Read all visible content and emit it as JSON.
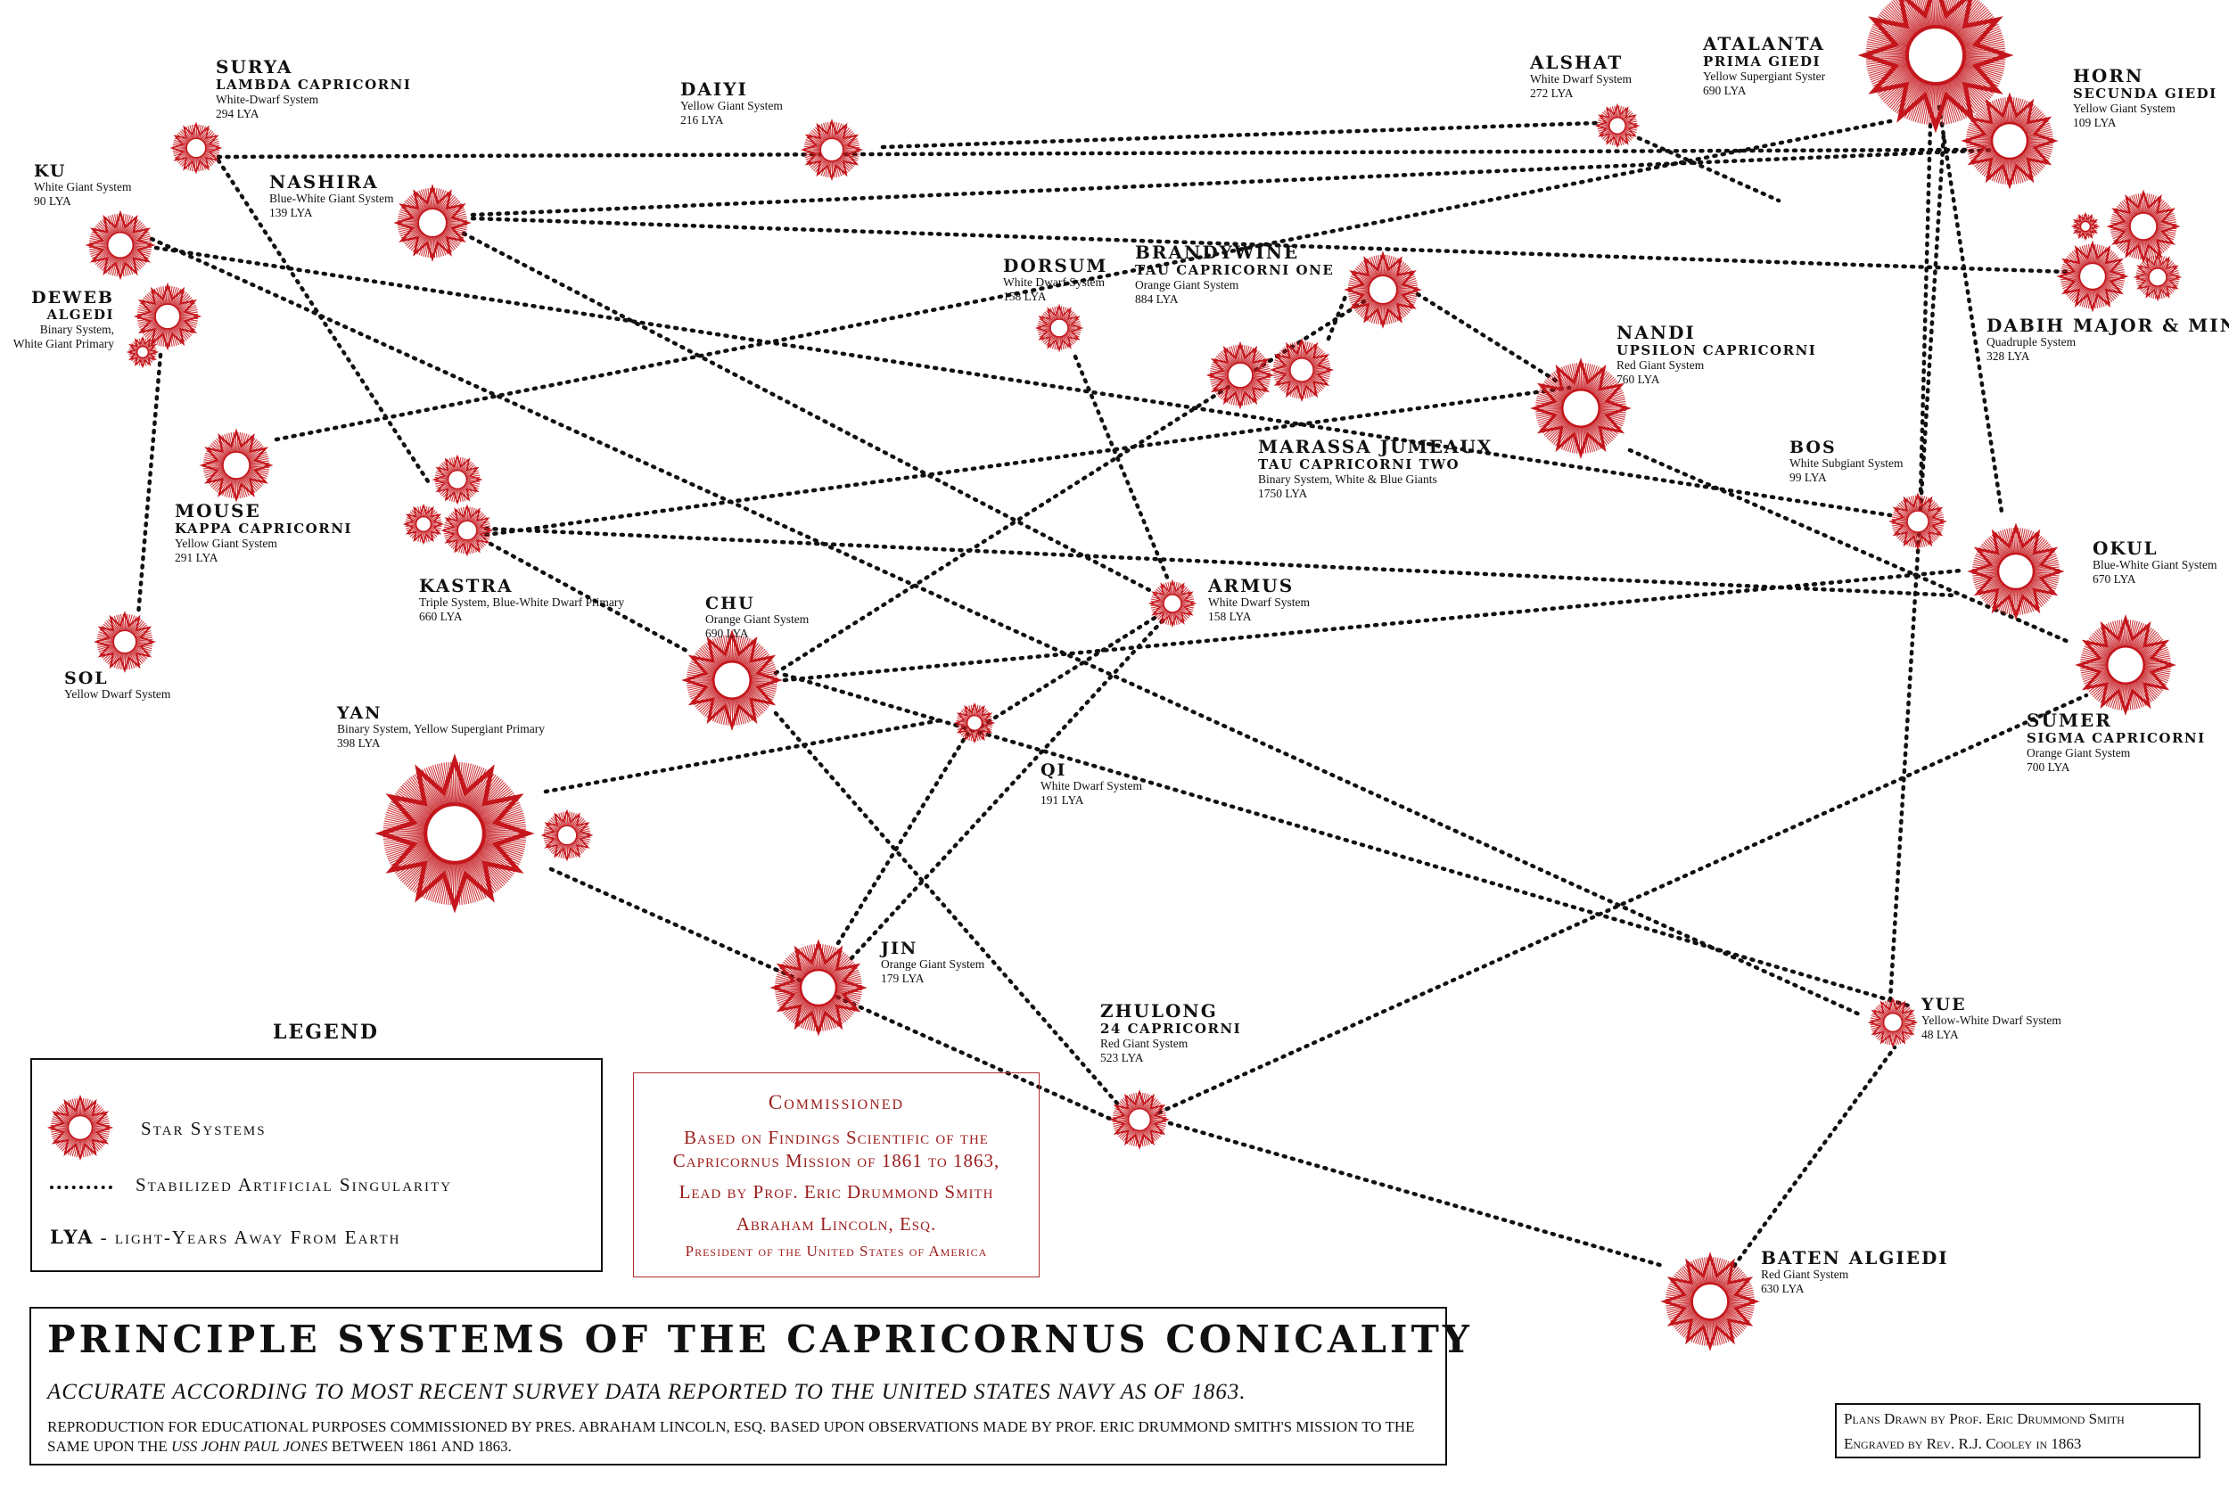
{
  "stars": [
    {
      "id": "surya",
      "name": "SURYA",
      "sub": "LAMBDA CAPRICORNI",
      "desc": [
        "White-Dwarf System",
        "294 LYA"
      ]
    },
    {
      "id": "daiyi",
      "name": "DAIYI",
      "desc": [
        "Yellow Giant System",
        "216 LYA"
      ]
    },
    {
      "id": "alshat",
      "name": "ALSHAT",
      "desc": [
        "White Dwarf System",
        "272 LYA"
      ]
    },
    {
      "id": "atalanta",
      "name": "ATALANTA",
      "sub": "PRIMA GIEDI",
      "desc": [
        "Yellow Supergiant Syster",
        "690 LYA"
      ]
    },
    {
      "id": "horn",
      "name": "HORN",
      "sub": "SECUNDA GIEDI",
      "desc": [
        "Yellow Giant System",
        "109 LYA"
      ]
    },
    {
      "id": "ku",
      "name": "KU",
      "desc": [
        "White Giant System",
        "90 LYA"
      ]
    },
    {
      "id": "nashira",
      "name": "NASHIRA",
      "desc": [
        "Blue-White Giant System",
        "139 LYA"
      ]
    },
    {
      "id": "deweb",
      "name": "DEWEB",
      "sub": "ALGEDI",
      "desc": [
        "Binary System,",
        "White Giant Primary"
      ]
    },
    {
      "id": "dorsum",
      "name": "DORSUM",
      "desc": [
        "White Dwarf System",
        "158 LYA"
      ]
    },
    {
      "id": "brandywine",
      "name": "BRANDYWINE",
      "sub": "TAU CAPRICORNI ONE",
      "desc": [
        "Orange Giant System",
        "884 LYA"
      ]
    },
    {
      "id": "nandi",
      "name": "NANDI",
      "sub": "UPSILON CAPRICORNI",
      "desc": [
        "Red Giant System",
        "760 LYA"
      ]
    },
    {
      "id": "dabih",
      "name": "DABIH MAJOR & MINOR",
      "desc": [
        "Quadruple System",
        "328 LYA"
      ]
    },
    {
      "id": "mouse",
      "name": "MOUSE",
      "sub": "KAPPA CAPRICORNI",
      "desc": [
        "Yellow Giant System",
        "291 LYA"
      ]
    },
    {
      "id": "marassa",
      "name": "MARASSA JUMEAUX",
      "sub": "TAU CAPRICORNI TWO",
      "desc": [
        "Binary System, White & Blue Giants",
        "1750 LYA"
      ]
    },
    {
      "id": "bos",
      "name": "BOS",
      "desc": [
        "White Subgiant System",
        "99 LYA"
      ]
    },
    {
      "id": "okul",
      "name": "OKUL",
      "desc": [
        "Blue-White Giant System",
        "670 LYA"
      ]
    },
    {
      "id": "kastra",
      "name": "KASTRA",
      "desc": [
        "Triple System, Blue-White Dwarf Primary",
        "660 LYA"
      ]
    },
    {
      "id": "chu",
      "name": "CHU",
      "desc": [
        "Orange Giant System",
        "690 LYA"
      ]
    },
    {
      "id": "armus",
      "name": "ARMUS",
      "desc": [
        "White Dwarf System",
        "158 LYA"
      ]
    },
    {
      "id": "sol",
      "name": "SOL",
      "desc": [
        "Yellow Dwarf System"
      ]
    },
    {
      "id": "sumer",
      "name": "SUMER",
      "sub": "SIGMA CAPRICORNI",
      "desc": [
        "Orange Giant System",
        "700 LYA"
      ]
    },
    {
      "id": "yan",
      "name": "YAN",
      "desc": [
        "Binary System, Yellow Supergiant Primary",
        "398 LYA"
      ]
    },
    {
      "id": "qi",
      "name": "QI",
      "desc": [
        "White Dwarf System",
        "191 LYA"
      ]
    },
    {
      "id": "jin",
      "name": "JIN",
      "desc": [
        "Orange Giant System",
        "179 LYA"
      ]
    },
    {
      "id": "zhulong",
      "name": "ZHULONG",
      "sub": "24 CAPRICORNI",
      "desc": [
        "Red Giant System",
        "523 LYA"
      ]
    },
    {
      "id": "yue",
      "name": "YUE",
      "desc": [
        "Yellow-White Dwarf System",
        "48 LYA"
      ]
    },
    {
      "id": "baten",
      "name": "BATEN ALGIEDI",
      "desc": [
        "Red Giant System",
        "630 LYA"
      ]
    }
  ],
  "legend": {
    "title": "LEGEND",
    "star_systems": "Star Systems",
    "singularity": "Stabilized Artificial Singularity",
    "lya_abbr": "LYA",
    "lya_text": "- light-Years Away From Earth"
  },
  "commission": {
    "heading": "Commissioned",
    "line1": "Based on Findings Scientific of the",
    "line2": "Capricornus Mission of 1861 to 1863,",
    "line3": "Lead by Prof. Eric Drummond Smith",
    "line4": "Abraham Lincoln, Esq.",
    "line5": "President of the United States of America"
  },
  "title": {
    "main": "PRINCIPLE SYSTEMS OF THE CAPRICORNUS CONICALITY",
    "subtitle": "ACCURATE ACCORDING TO MOST RECENT SURVEY DATA REPORTED TO THE UNITED STATES NAVY AS OF 1863.",
    "repro_a": "REPRODUCTION FOR EDUCATIONAL PURPOSES COMMISSIONED BY PRES. ABRAHAM LINCOLN, ESQ. BASED UPON OBSERVATIONS MADE BY PROF. ERIC DRUMMOND SMITH'S MISSION TO THE SAME UPON THE ",
    "repro_ship": "USS JOHN PAUL JONES",
    "repro_b": " BETWEEN 1861 AND 1863."
  },
  "credits": {
    "drawn": "Plans Drawn by Prof. Eric Drummond Smith",
    "engraved": "Engraved by Rev. R.J. Cooley in 1863"
  },
  "colors": {
    "star": "#c4161c",
    "ink": "#111111"
  },
  "icons": {
    "star_marker": "red-sunburst-star-icon"
  }
}
